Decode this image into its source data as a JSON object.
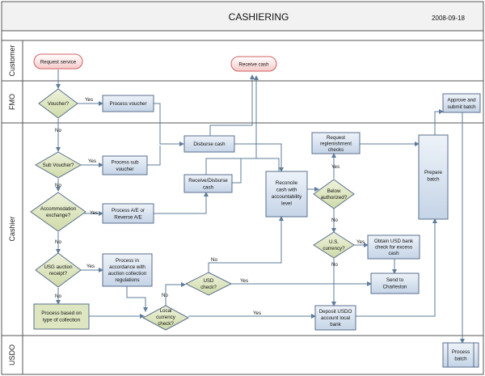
{
  "header": {
    "title": "CASHIERING",
    "date": "2008-09-18"
  },
  "lanes": [
    "Customer",
    "FMO",
    "Cashier",
    "USDO"
  ],
  "nodes": {
    "request_service": "Request service",
    "receive_cash": "Receive cash",
    "voucher_q": "Voucher?",
    "process_voucher": "Process voucher",
    "approve_submit": [
      "Approve and",
      "submit batch"
    ],
    "disburse_cash": "Disburse cash",
    "sub_voucher_q": "Sub Voucher?",
    "process_sub_voucher": [
      "Process sub",
      "voucher"
    ],
    "receive_disburse": [
      "Receive/Disburse",
      "cash"
    ],
    "reconcile": [
      "Reconcile",
      "cash with",
      "accountability",
      "level"
    ],
    "request_replenishment": [
      "Request",
      "replenishment",
      "checks"
    ],
    "below_authorized": [
      "Below",
      "authorized?"
    ],
    "prepare_batch": [
      "Prepare",
      "batch"
    ],
    "accommodation": [
      "Accommodation",
      "exchange?"
    ],
    "process_ae": [
      "Process A/E or",
      "Reverse A/E"
    ],
    "us_currency": [
      "U.S.",
      "currency?"
    ],
    "obtain_usd": [
      "Obtain USD bank",
      "check for excess",
      "cash"
    ],
    "usg_auction": [
      "USG auction",
      "receipt?"
    ],
    "process_auction": [
      "Process in",
      "accordance with",
      "auction collection",
      "regulations"
    ],
    "usd_check": [
      "USD",
      "check?"
    ],
    "send_charleston": [
      "Send to",
      "Charleston"
    ],
    "process_collection": [
      "Process based on",
      "type of collection"
    ],
    "local_currency": [
      "Local",
      "currency",
      "check?"
    ],
    "deposit_usdo": [
      "Deposit USDO",
      "account local",
      "bank"
    ],
    "process_batch": [
      "Process",
      "batch"
    ]
  },
  "edge_labels": {
    "yes": "Yes",
    "no": "No"
  },
  "colors": {
    "start_fill": "#fde3e3",
    "start_stroke": "#d06060",
    "decision_fill": "#e0e8c4",
    "process_fill": "#d6e1ef",
    "process_stroke": "#5a6f8c",
    "line": "#5e7c9a",
    "header_fill": "#f0f0f0"
  }
}
